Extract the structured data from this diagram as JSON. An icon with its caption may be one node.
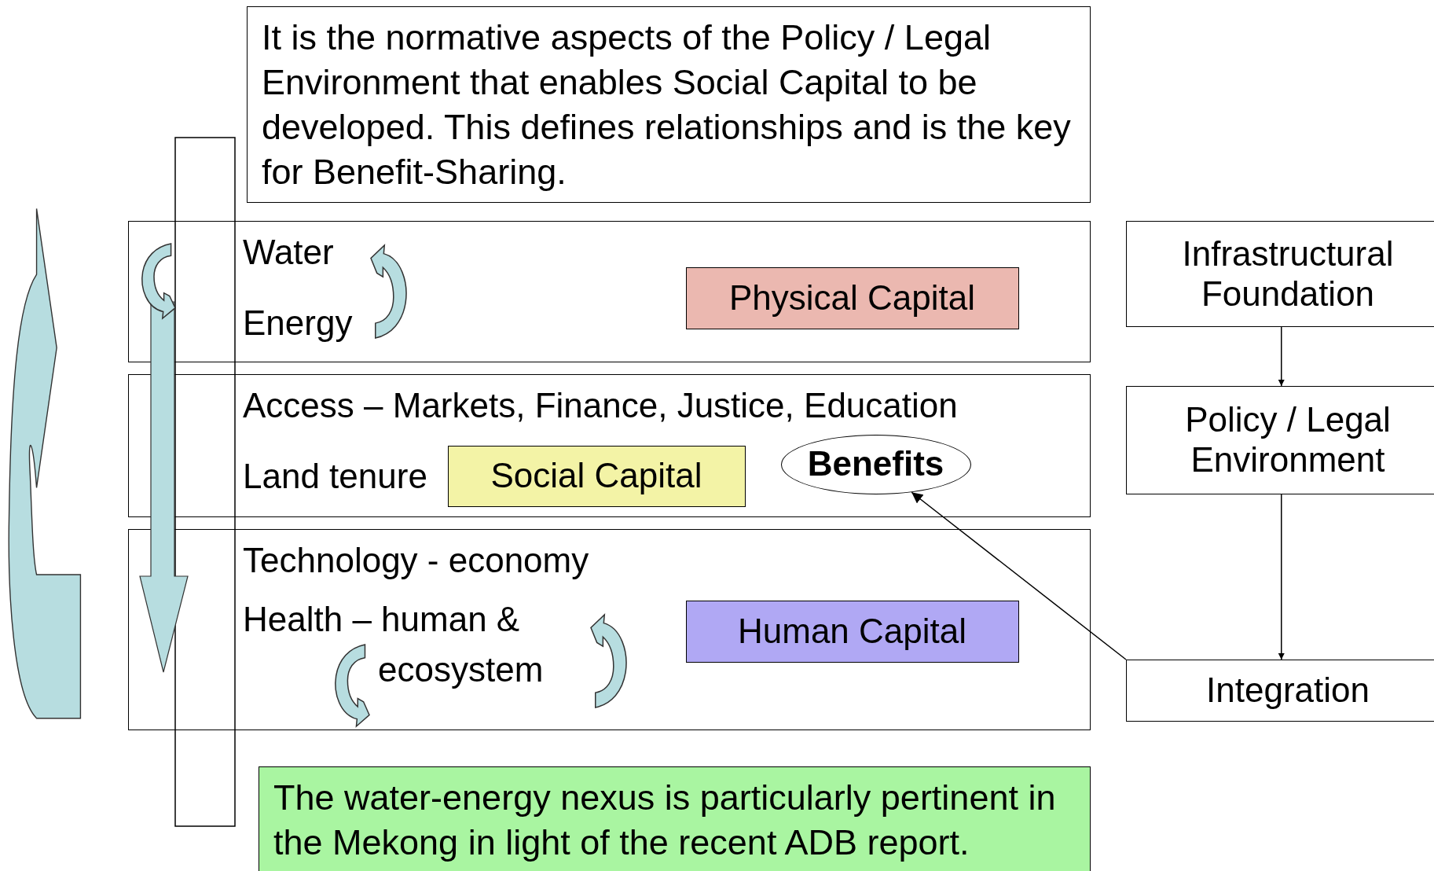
{
  "diagram": {
    "nodes": [
      {
        "text": [
          "It is the normative aspects of the Policy / Legal Environment that enables Social Capital to be developed. This defines relationships and is the key for Benefit-Sharing."
        ]
      },
      {
        "text": [
          "Water",
          "Energy"
        ]
      },
      {
        "text": [
          "Physical Capital"
        ],
        "in": 1
      },
      {
        "text": [
          "Access – Markets, Finance, Justice, Education",
          "Land tenure"
        ]
      },
      {
        "text": [
          "Social Capital"
        ],
        "in": 3
      },
      {
        "text": [
          "Benefits"
        ],
        "in": 3
      },
      {
        "text": [
          "Technology - economy",
          "Health – human & ecosystem"
        ]
      },
      {
        "text": [
          "Human Capital"
        ],
        "in": 6
      },
      {
        "text": [
          "Infrastructural Foundation"
        ]
      },
      {
        "text": [
          "Policy / Legal Environment"
        ]
      },
      {
        "text": [
          "Integration"
        ]
      },
      {
        "text": [
          "The water-energy nexus is particularly pertinent in the Mekong in light of the recent ADB report."
        ]
      }
    ],
    "edges": [
      {
        "from": 8,
        "to": 9,
        "arrow": "to"
      },
      {
        "from": 9,
        "to": 10,
        "arrow": "to"
      },
      {
        "from": 10,
        "to": 5,
        "arrow": "to"
      }
    ]
  }
}
